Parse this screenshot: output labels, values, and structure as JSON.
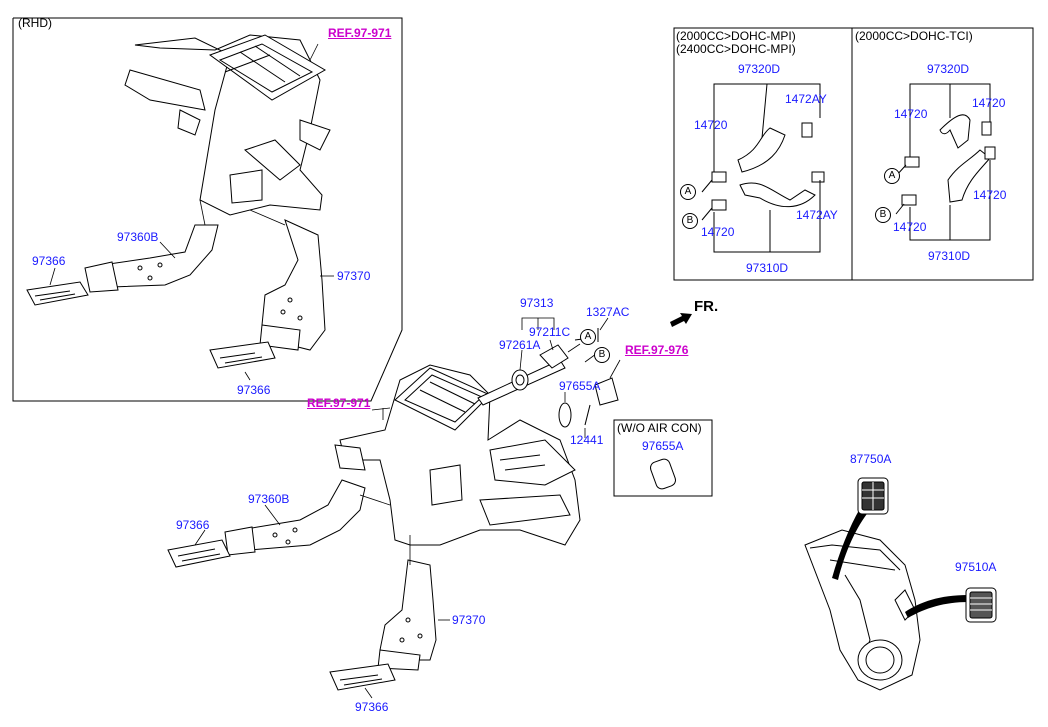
{
  "rhd_box": {
    "title": "(RHD)",
    "ref_label": "REF.97-971",
    "labels": {
      "vent_left": "97366",
      "duct_b": "97360B",
      "duct_rear": "97370",
      "vent_bottom": "97366"
    }
  },
  "engine_box": {
    "left_title_1": "(2000CC>DOHC-MPI)",
    "left_title_2": "(2400CC>DOHC-MPI)",
    "right_title": "(2000CC>DOHC-TCI)",
    "left": {
      "hose_top": "97320D",
      "clamp_top": "1472AY",
      "clamp_left": "14720",
      "clamp_bottom_left": "14720",
      "clamp_bottom_right": "1472AY",
      "hose_bottom": "97310D",
      "marker_a": "A",
      "marker_b": "B"
    },
    "right": {
      "hose_top": "97320D",
      "clamp_left": "14720",
      "clamp_right": "14720",
      "clamp_right_lower": "14720",
      "clamp_bottom_left": "14720",
      "hose_bottom": "97310D",
      "marker_a": "A",
      "marker_b": "B"
    }
  },
  "main": {
    "ref_left": "REF.97-971",
    "ref_right": "REF.97-976",
    "fr_label": "FR.",
    "labels": {
      "grommet_assy": "97313",
      "bolt": "1327AC",
      "grommet_c": "97211C",
      "grommet_a": "97261A",
      "seal": "97655A",
      "screw": "12441",
      "duct_b": "97360B",
      "vent_left": "97366",
      "duct_rear": "97370",
      "vent_bottom": "97366"
    },
    "marker_a": "A",
    "marker_b": "B"
  },
  "wo_aircon": {
    "title": "(W/O AIR CON)",
    "part": "97655A"
  },
  "car": {
    "grille": "87750A",
    "vent": "97510A"
  }
}
